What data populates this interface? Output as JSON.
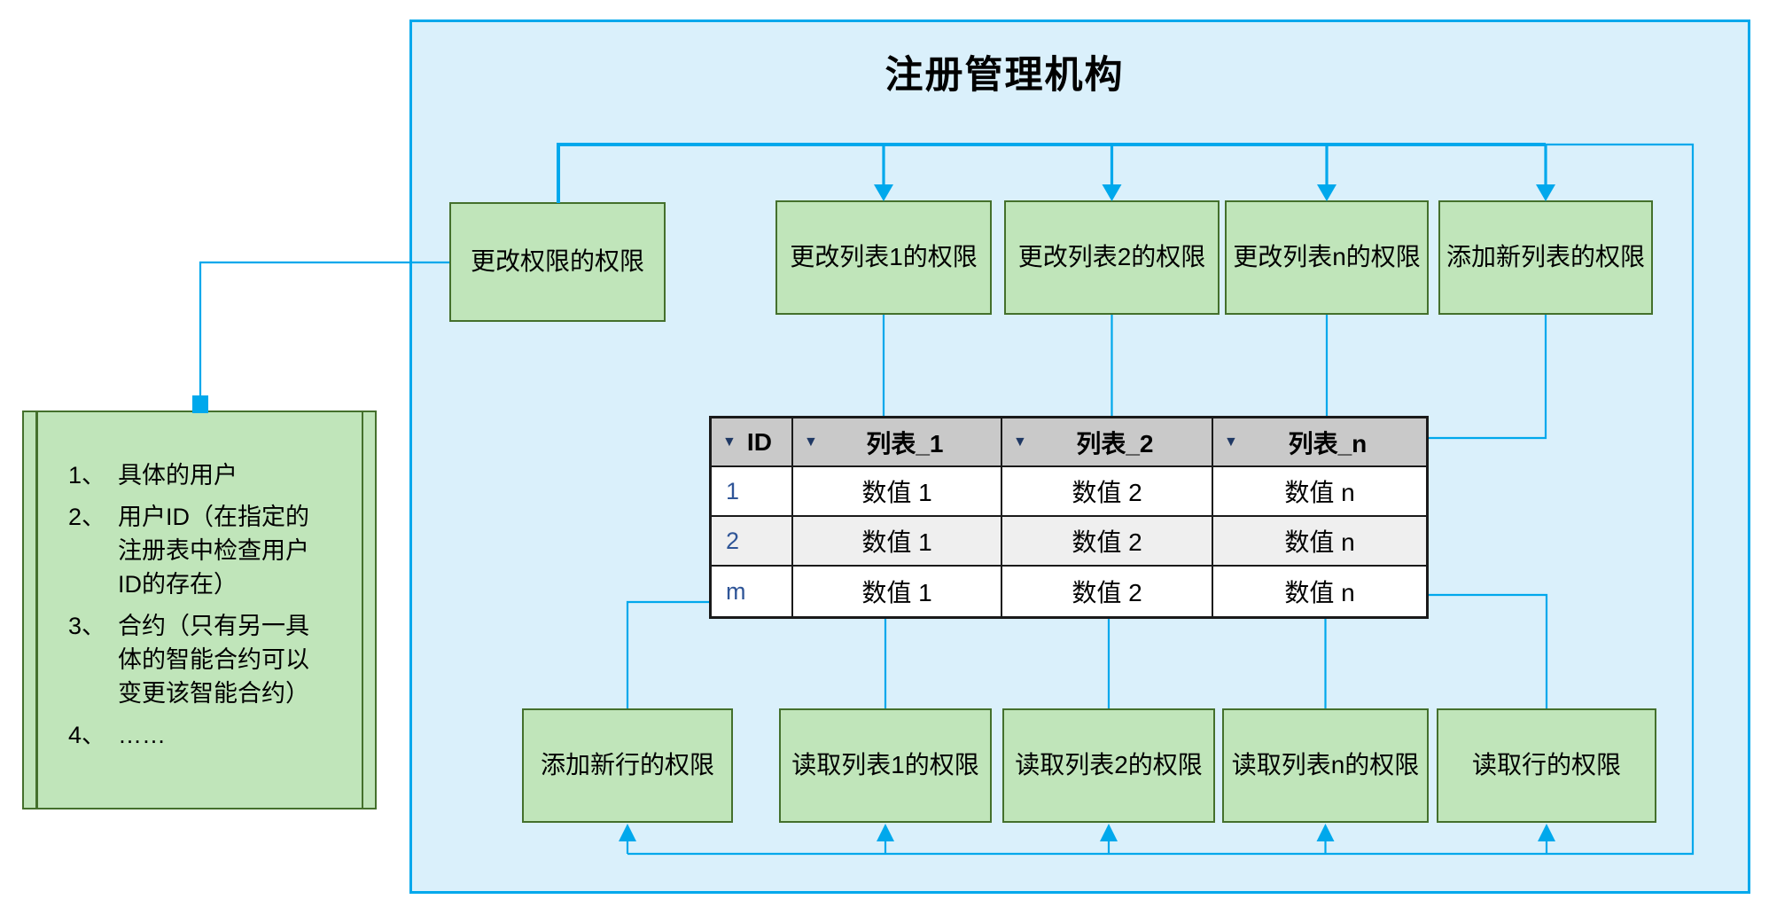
{
  "title": "注册管理机构",
  "colors": {
    "accent_blue": "#00A8EC",
    "container_fill": "#DAF0FB",
    "container_border": "#00A8EC",
    "box_fill": "#C0E5BA",
    "box_border": "#44702C",
    "table_header_bg": "#C9C9C9",
    "table_alt_row_bg": "#EFEFEF",
    "table_border": "#1A1A1A",
    "sort_icon_color": "#1F3864",
    "row_id_color": "#2F5597",
    "text_color": "#000000"
  },
  "top_boxes": [
    {
      "label": "更改权限的权限"
    },
    {
      "label": "更改列表1的权限"
    },
    {
      "label": "更改列表2的权限"
    },
    {
      "label": "更改列表n的权限"
    },
    {
      "label": "添加新列表的权限"
    }
  ],
  "bottom_boxes": [
    {
      "label": "添加新行的权限"
    },
    {
      "label": "读取列表1的权限"
    },
    {
      "label": "读取列表2的权限"
    },
    {
      "label": "读取列表n的权限"
    },
    {
      "label": "读取行的权限"
    }
  ],
  "table": {
    "columns": [
      {
        "icon": "▼",
        "label": "ID"
      },
      {
        "icon": "▼",
        "label": "列表_1"
      },
      {
        "icon": "▼",
        "label": "列表_2"
      },
      {
        "icon": "▼",
        "label": "列表_n"
      }
    ],
    "rows": [
      {
        "id": "1",
        "cells": [
          "数值 1",
          "数值 2",
          "数值 n"
        ]
      },
      {
        "id": "2",
        "cells": [
          "数值 1",
          "数值 2",
          "数值 n"
        ]
      },
      {
        "id": "m",
        "cells": [
          "数值 1",
          "数值 2",
          "数值 n"
        ]
      }
    ]
  },
  "side_note": {
    "items": [
      {
        "num": "1、",
        "lines": [
          "具体的用户"
        ]
      },
      {
        "num": "2、",
        "lines": [
          "用户ID（在指定的",
          "注册表中检查用户",
          "ID的存在）"
        ]
      },
      {
        "num": "3、",
        "lines": [
          "合约（只有另一具",
          "体的智能合约可以",
          "变更该智能合约）"
        ]
      },
      {
        "num": "4、",
        "lines": [
          "……"
        ]
      }
    ]
  }
}
